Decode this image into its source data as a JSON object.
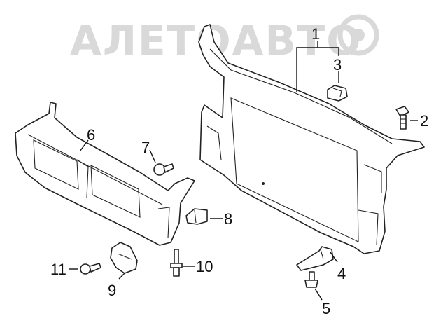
{
  "watermark": {
    "text": "АЛЕТОАВТО"
  },
  "callouts": {
    "c1": "1",
    "c2": "2",
    "c3": "3",
    "c4": "4",
    "c5": "5",
    "c6": "6",
    "c7": "7",
    "c8": "8",
    "c9": "9",
    "c10": "10",
    "c11": "11"
  },
  "colors": {
    "line": "#222222",
    "watermark": "#d9d9d9",
    "background": "#ffffff"
  }
}
